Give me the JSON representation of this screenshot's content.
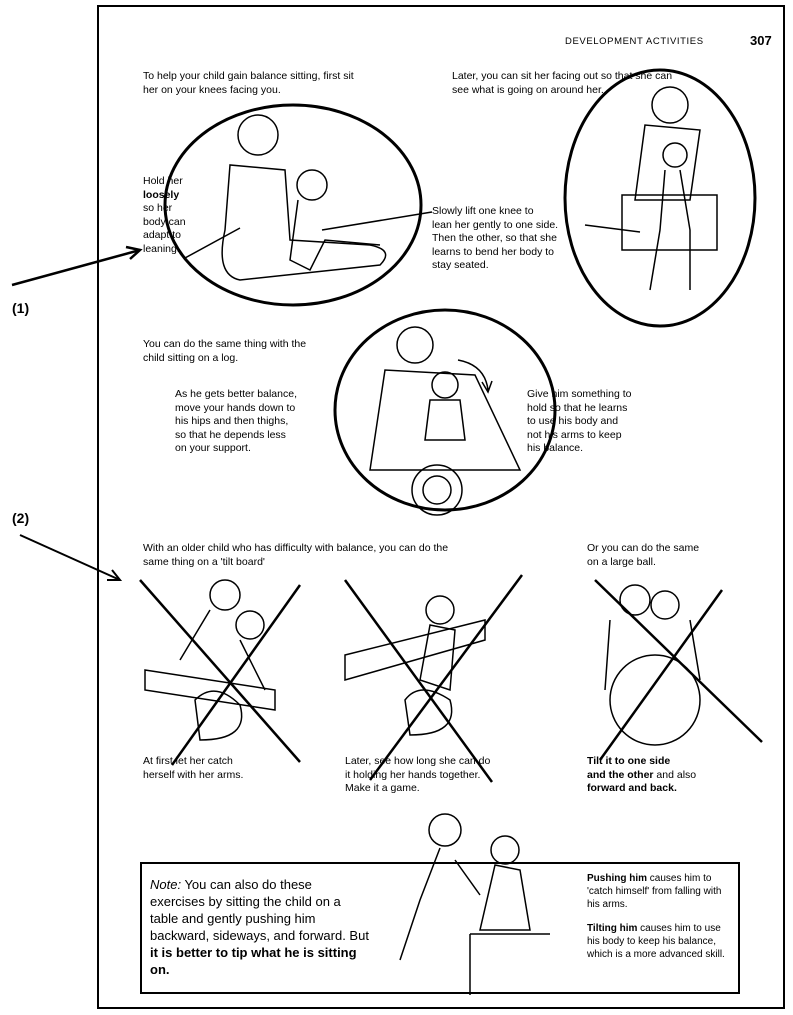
{
  "header": {
    "section": "DEVELOPMENT ACTIVITIES",
    "page_number": "307"
  },
  "annotations": {
    "label_1": "(1)",
    "label_2": "(2)"
  },
  "section1": {
    "intro_left": "To help your child gain balance sitting, first sit\nher on your knees facing you.",
    "intro_right": "Later, you can sit her facing out so that she can\nsee what is going on around her.",
    "hold_pre": "Hold her",
    "hold_bold": "loosely",
    "hold_post": "so her\nbody can\nadapt to\nleaning.",
    "lift_knee": "Slowly lift one knee to\nlean her gently to one side.\nThen the other, so that she\nlearns to bend her body to\nstay seated."
  },
  "section2": {
    "log_intro": "You can do the same thing with the\nchild sitting on a log.",
    "hands_down": "As he gets better balance,\nmove your hands down to\nhis hips and then thighs,\nso that he depends less\non your support.",
    "give_him": "Give him something to\nhold so that he learns\nto use his body and\nnot his arms to keep\nhis balance."
  },
  "section3": {
    "tilt_intro": "With an older child who has difficulty with balance, you can do the\nsame thing on a 'tilt board'",
    "ball_intro": "Or you can do the same\non a large ball.",
    "caption_1": "At first let her catch\nherself with her arms.",
    "caption_2": "Later, see how long  she can do\nit holding her hands together.\nMake it a game.",
    "caption_3_bold1": "Tilt it to one side",
    "caption_3_bold2": "and the other",
    "caption_3_mid": " and also",
    "caption_3_bold3": "forward and back."
  },
  "note": {
    "label": "Note:",
    "text_plain": " You can also do these exercises by sitting the child on a table and gently pushing him backward, sideways, and forward. But ",
    "text_bold": "it is better to tip what he is sitting on.",
    "pushing_bold": "Pushing him",
    "pushing_rest": " causes him to 'catch himself' from falling with his arms.",
    "tilting_bold": "Tilting him",
    "tilting_rest": " causes him to use his body to keep his balance, which is a more advanced skill."
  }
}
